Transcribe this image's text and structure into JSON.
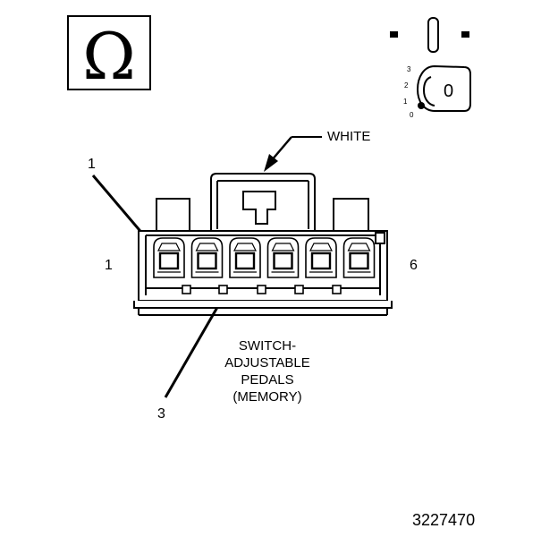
{
  "ohm_symbol": "Ω",
  "key_switch": {
    "positions": [
      "3",
      "2",
      "1",
      "0"
    ],
    "key_label": "0"
  },
  "connector": {
    "color_label": "WHITE",
    "left_pin_label": "1",
    "right_pin_label": "6",
    "pin_count": 6
  },
  "callouts": {
    "upper": "1",
    "lower": "3"
  },
  "description": [
    "SWITCH-",
    "ADJUSTABLE",
    "PEDALS",
    "(MEMORY)"
  ],
  "figure_number": "3227470"
}
